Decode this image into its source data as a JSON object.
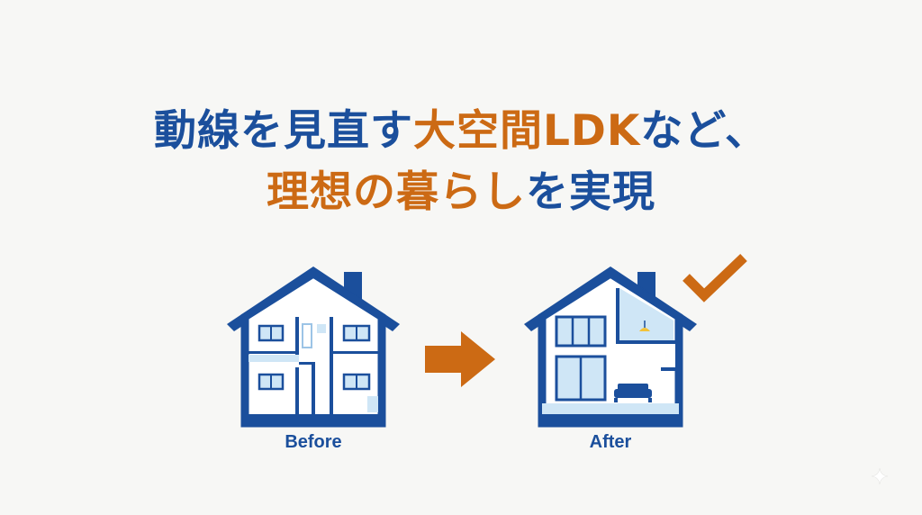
{
  "headline": {
    "line1": [
      {
        "text": "動線を見直す",
        "tone": "blue"
      },
      {
        "text": "大空間LDK",
        "tone": "orange"
      },
      {
        "text": "など、",
        "tone": "blue"
      }
    ],
    "line2": [
      {
        "text": "理想の暮らし",
        "tone": "orange"
      },
      {
        "text": "を実現",
        "tone": "blue"
      }
    ]
  },
  "before": {
    "label": "Before",
    "icon": "house-floorplan-before-icon"
  },
  "after": {
    "label": "After",
    "icon": "house-floorplan-after-icon"
  },
  "arrow": {
    "icon": "arrow-right-icon"
  },
  "check": {
    "icon": "checkmark-icon"
  },
  "colors": {
    "blue": "#1b4f9c",
    "orange": "#cc6a14",
    "light_blue": "#cfe6f6",
    "background": "#f7f7f5"
  }
}
